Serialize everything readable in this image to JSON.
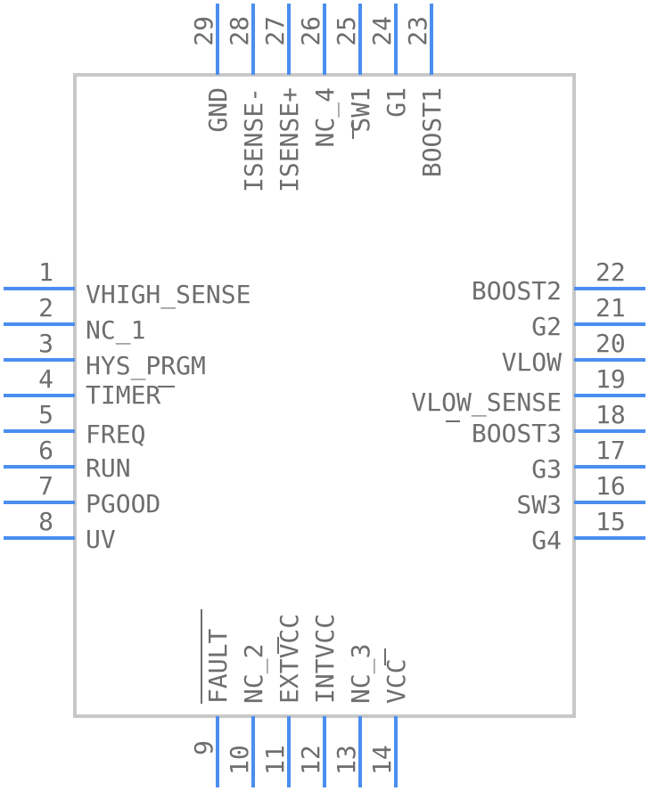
{
  "component": {
    "pins": {
      "left": [
        {
          "number": "1",
          "name": "VHIGH_SENSE"
        },
        {
          "number": "2",
          "name": "NC_1"
        },
        {
          "number": "3",
          "name": "HYS_PRGM"
        },
        {
          "number": "4",
          "name": "TIMER"
        },
        {
          "number": "5",
          "name": "FREQ"
        },
        {
          "number": "6",
          "name": "RUN"
        },
        {
          "number": "7",
          "name": "PGOOD"
        },
        {
          "number": "8",
          "name": "UV"
        }
      ],
      "right": [
        {
          "number": "22",
          "name": "BOOST2"
        },
        {
          "number": "21",
          "name": "G2"
        },
        {
          "number": "20",
          "name": "VLOW"
        },
        {
          "number": "19",
          "name": "VLOW_SENSE"
        },
        {
          "number": "18",
          "name": "BOOST3"
        },
        {
          "number": "17",
          "name": "G3"
        },
        {
          "number": "16",
          "name": "SW3"
        },
        {
          "number": "15",
          "name": "G4"
        }
      ],
      "top": [
        {
          "number": "29",
          "name": "GND"
        },
        {
          "number": "28",
          "name": "ISENSE-"
        },
        {
          "number": "27",
          "name": "ISENSE+"
        },
        {
          "number": "26",
          "name": "NC_4"
        },
        {
          "number": "25",
          "name": "SW1"
        },
        {
          "number": "24",
          "name": "G1"
        },
        {
          "number": "23",
          "name": "BOOST1"
        }
      ],
      "bottom": [
        {
          "number": "9",
          "name": "FAULT"
        },
        {
          "number": "10",
          "name": "NC_2"
        },
        {
          "number": "11",
          "name": "EXTVCC"
        },
        {
          "number": "12",
          "name": "INTVCC"
        },
        {
          "number": "13",
          "name": "NC_3"
        },
        {
          "number": "14",
          "name": "VCC"
        }
      ]
    },
    "colors": {
      "pin_line": "#4A8EF0",
      "outline": "#C8C8C8",
      "text": "#6E6E6E"
    }
  }
}
